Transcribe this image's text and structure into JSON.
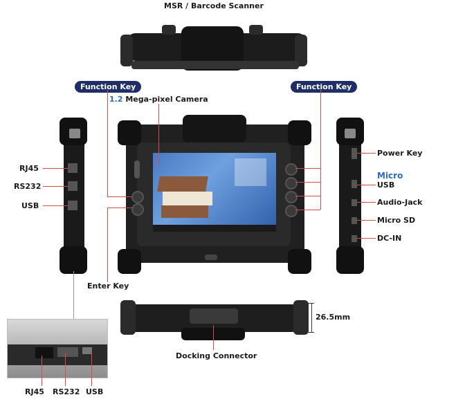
{
  "labels": {
    "msr": "MSR / Barcode Scanner",
    "function_key_left": "Function Key",
    "function_key_right": "Function Key",
    "camera_num": "1.2",
    "camera_text": "Mega-pixel Camera",
    "rj45": "RJ45",
    "rs232": "RS232",
    "usb": "USB",
    "power_key": "Power Key",
    "micro": "Micro",
    "micro_usb": "USB",
    "audio_jack": "Audio-Jack",
    "micro_sd": "Micro SD",
    "dc_in": "DC-IN",
    "enter_key": "Enter Key",
    "thickness": "26.5mm",
    "docking": "Docking Connector",
    "inset_rj45": "RJ45",
    "inset_rs232": "RS232",
    "inset_usb": "USB"
  },
  "colors": {
    "pill_bg": "#1f2f66",
    "leader_line": "#d84b4b",
    "micro_text": "#2e6ab8"
  }
}
